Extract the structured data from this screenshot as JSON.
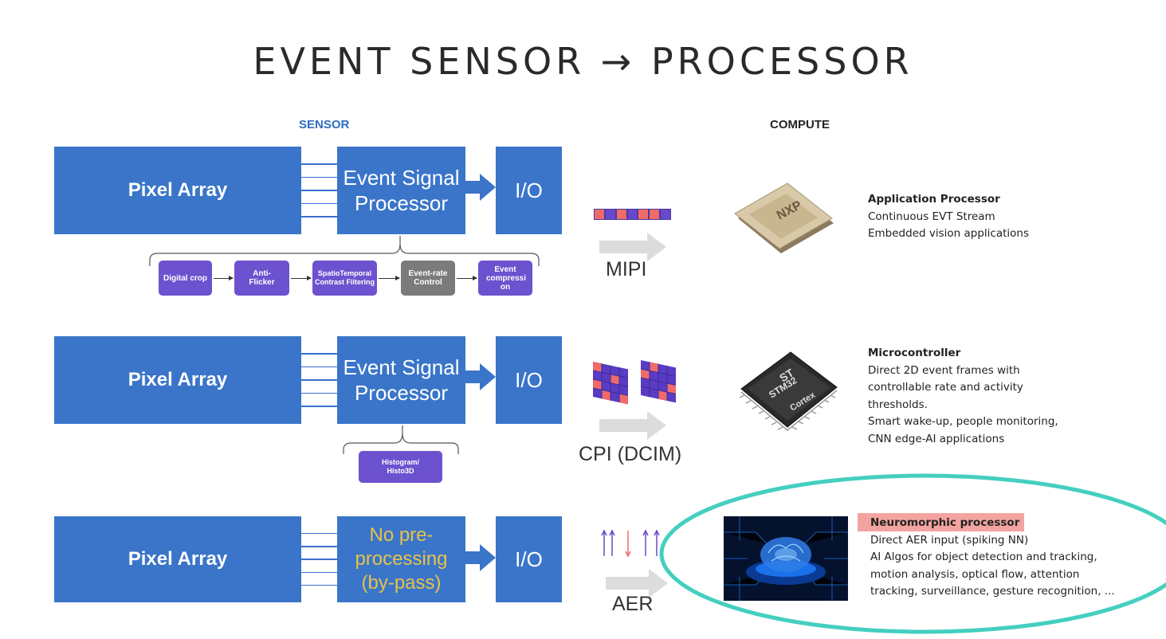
{
  "title": "EVENT SENSOR → PROCESSOR",
  "headers": {
    "sensor": "SENSOR",
    "compute": "COMPUTE"
  },
  "rows": [
    {
      "pixel_array": "Pixel Array",
      "processor_lines": [
        "Event Signal",
        "Processor"
      ],
      "io": "I/O",
      "pipeline": [
        {
          "label": "Digital crop"
        },
        {
          "label": "Anti-Flicker"
        },
        {
          "label": "SpatioTemporal Contrast Filtering"
        },
        {
          "label": "Event-rate Control"
        },
        {
          "label": "Event compressi on"
        }
      ],
      "bus": "MIPI",
      "compute_title": "Application Processor",
      "compute_lines": [
        "Continuous EVT Stream",
        "Embedded vision applications"
      ]
    },
    {
      "pixel_array": "Pixel Array",
      "processor_lines": [
        "Event Signal",
        "Processor"
      ],
      "io": "I/O",
      "pipeline": [
        {
          "label": "Histogram/ Histo3D"
        }
      ],
      "bus": "CPI (DCIM)",
      "compute_title": "Microcontroller",
      "compute_lines": [
        "Direct 2D event frames with",
        "controllable rate and activity",
        "thresholds.",
        "Smart wake-up, people monitoring,",
        "CNN edge-AI applications"
      ]
    },
    {
      "pixel_array": "Pixel Array",
      "processor_lines": [
        "No pre-",
        "processing",
        "(by-pass)"
      ],
      "io": "I/O",
      "bus": "AER",
      "compute_title": "Neuromorphic processor",
      "compute_lines": [
        "Direct AER input (spiking NN)",
        "AI Algos for object detection and tracking,",
        "motion analysis, optical flow, attention",
        "tracking, surveillance, gesture recognition, ..."
      ]
    }
  ],
  "chips": {
    "row1_logo": "NXP",
    "row2_logo_lines": [
      "ST",
      "STM32",
      "Cortex"
    ]
  },
  "colors": {
    "block_blue": "#3a75c9",
    "pipeline_purple": "#6c52cf",
    "pipeline_gray": "#7b7b7b",
    "stream_red": "#f06a6a",
    "stream_purple": "#6a48cc",
    "highlight_ellipse": "#44cfc0",
    "neuromorphic_highlight": "#f4a4a0",
    "bypass_text": "#e8c24a"
  }
}
